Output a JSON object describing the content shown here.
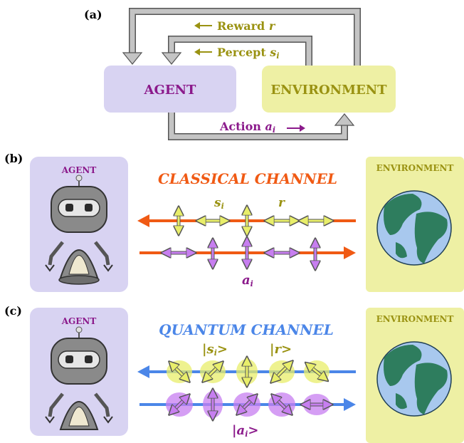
{
  "panel_a": {
    "tag": "(a)",
    "agent": "AGENT",
    "environment": "ENVIRONMENT",
    "reward_label": "Reward",
    "reward_symbol": "r",
    "percept_label": "Percept",
    "percept_symbol": "s",
    "percept_sub": "i",
    "action_label": "Action",
    "action_symbol": "a",
    "action_sub": "i"
  },
  "panel_b": {
    "tag": "(b)",
    "agent": "AGENT",
    "environment": "ENVIRONMENT",
    "channel": "CLASSICAL CHANNEL",
    "label_s": "s",
    "label_s_sub": "i",
    "label_r": "r",
    "label_a": "a",
    "label_a_sub": "i"
  },
  "panel_c": {
    "tag": "(c)",
    "agent": "AGENT",
    "environment": "ENVIRONMENT",
    "channel": "QUANTUM CHANNEL",
    "ket_s_open": "|s",
    "ket_s_sub": "i",
    "ket_close": ">",
    "ket_r": "|r>",
    "ket_a_open": "|a",
    "ket_a_sub": "i"
  },
  "colors": {
    "agent_box": "#d8d3f2",
    "env_box": "#eef0a4",
    "agent_text": "#8b1a8b",
    "env_text": "#9a9212",
    "classical": "#f05a14",
    "quantum": "#4b86e8",
    "yellow_arrow": "#e8ee6a",
    "purple_arrow": "#c77ef0",
    "loop": "#b9b9b9",
    "robot": "#888888",
    "ocean": "#a8c8ee",
    "land": "#2e7d5e"
  }
}
